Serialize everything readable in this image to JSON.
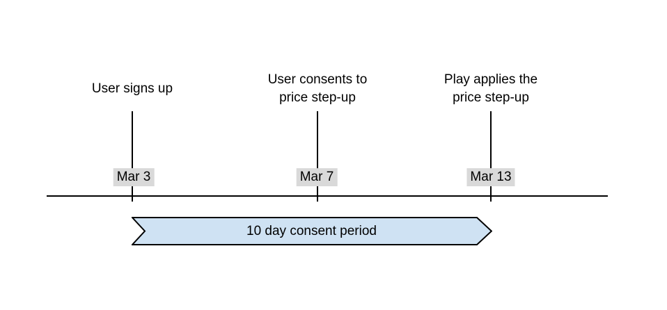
{
  "diagram": {
    "events": [
      {
        "label": "User signs up",
        "date": "Mar 3"
      },
      {
        "label": "User consents to\nprice step-up",
        "date": "Mar 7"
      },
      {
        "label": "Play applies the\nprice step-up",
        "date": "Mar 13"
      }
    ],
    "period": {
      "label": "10 day consent period"
    },
    "colors": {
      "ribbon_fill": "#cfe2f3",
      "ribbon_stroke": "#000000",
      "date_badge_bg": "#d9d9d9",
      "line": "#000000"
    }
  }
}
